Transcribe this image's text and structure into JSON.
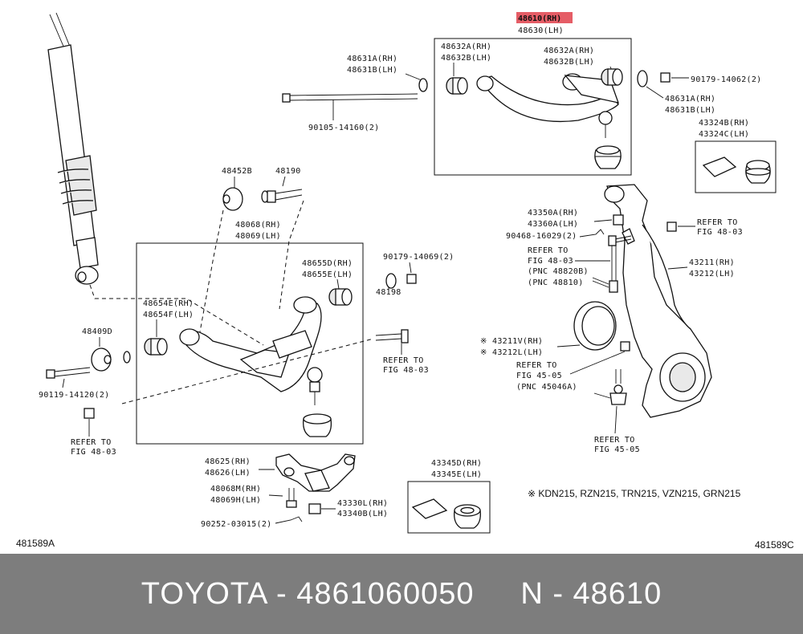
{
  "diagram": {
    "labels": {
      "p48610": "48610(RH)",
      "p48630": "48630(LH)",
      "p48632a_l": "48632A(RH)",
      "p48632b_l": "48632B(LH)",
      "p48632a_r": "48632A(RH)",
      "p48632b_r": "48632B(LH)",
      "p48631a_l": "48631A(RH)",
      "p48631b_l": "48631B(LH)",
      "p48631a_r": "48631A(RH)",
      "p48631b_r": "48631B(LH)",
      "p90179_14062": "90179-14062(2)",
      "p90105_14160": "90105-14160(2)",
      "p43324b": "43324B(RH)",
      "p43324c": "43324C(LH)",
      "p48452b": "48452B",
      "p48190": "48190",
      "p48068": "48068(RH)",
      "p48069": "48069(LH)",
      "p48655d": "48655D(RH)",
      "p48655e": "48655E(LH)",
      "p90179_14069": "90179-14069(2)",
      "p48198": "48198",
      "p48654e": "48654E(RH)",
      "p48654f": "48654F(LH)",
      "p48409d": "48409D",
      "p90119_14120": "90119-14120(2)",
      "refer1_a": "REFER TO",
      "refer1_b": "FIG 48-03",
      "refer2_a": "REFER TO",
      "refer2_b": "FIG 48-03",
      "refer3_a": "REFER TO",
      "refer3_b": "FIG 48-03",
      "refer4_a": "REFER TO",
      "refer4_b": "FIG 48-03",
      "refer4_c": "(PNC 48820B)",
      "refer4_d": "(PNC 48810)",
      "p43350a": "43350A(RH)",
      "p43360a": "43360A(LH)",
      "p90468_16029": "90468-16029(2)",
      "p43211": "43211(RH)",
      "p43212": "43212(LH)",
      "p43211v": "※ 43211V(RH)",
      "p43212l": "※ 43212L(LH)",
      "refer5_a": "REFER TO",
      "refer5_b": "FIG 45-05",
      "refer5_c": "(PNC 45046A)",
      "refer6_a": "REFER TO",
      "refer6_b": "FIG 45-05",
      "p48625": "48625(RH)",
      "p48626": "48626(LH)",
      "p48068m": "48068M(RH)",
      "p48069h": "48069H(LH)",
      "p43330l": "43330L(RH)",
      "p43340b": "43340B(LH)",
      "p90252_03015": "90252-03015(2)",
      "p43345d": "43345D(RH)",
      "p43345e": "43345E(LH)",
      "note_models": "※ KDN215, RZN215, TRN215, VZN215, GRN215",
      "code_left": "481589A",
      "code_right": "481589C"
    },
    "highlight_color": "#e0414b"
  },
  "footer": {
    "text": "TOYOTA - 4861060050     N - 48610"
  }
}
